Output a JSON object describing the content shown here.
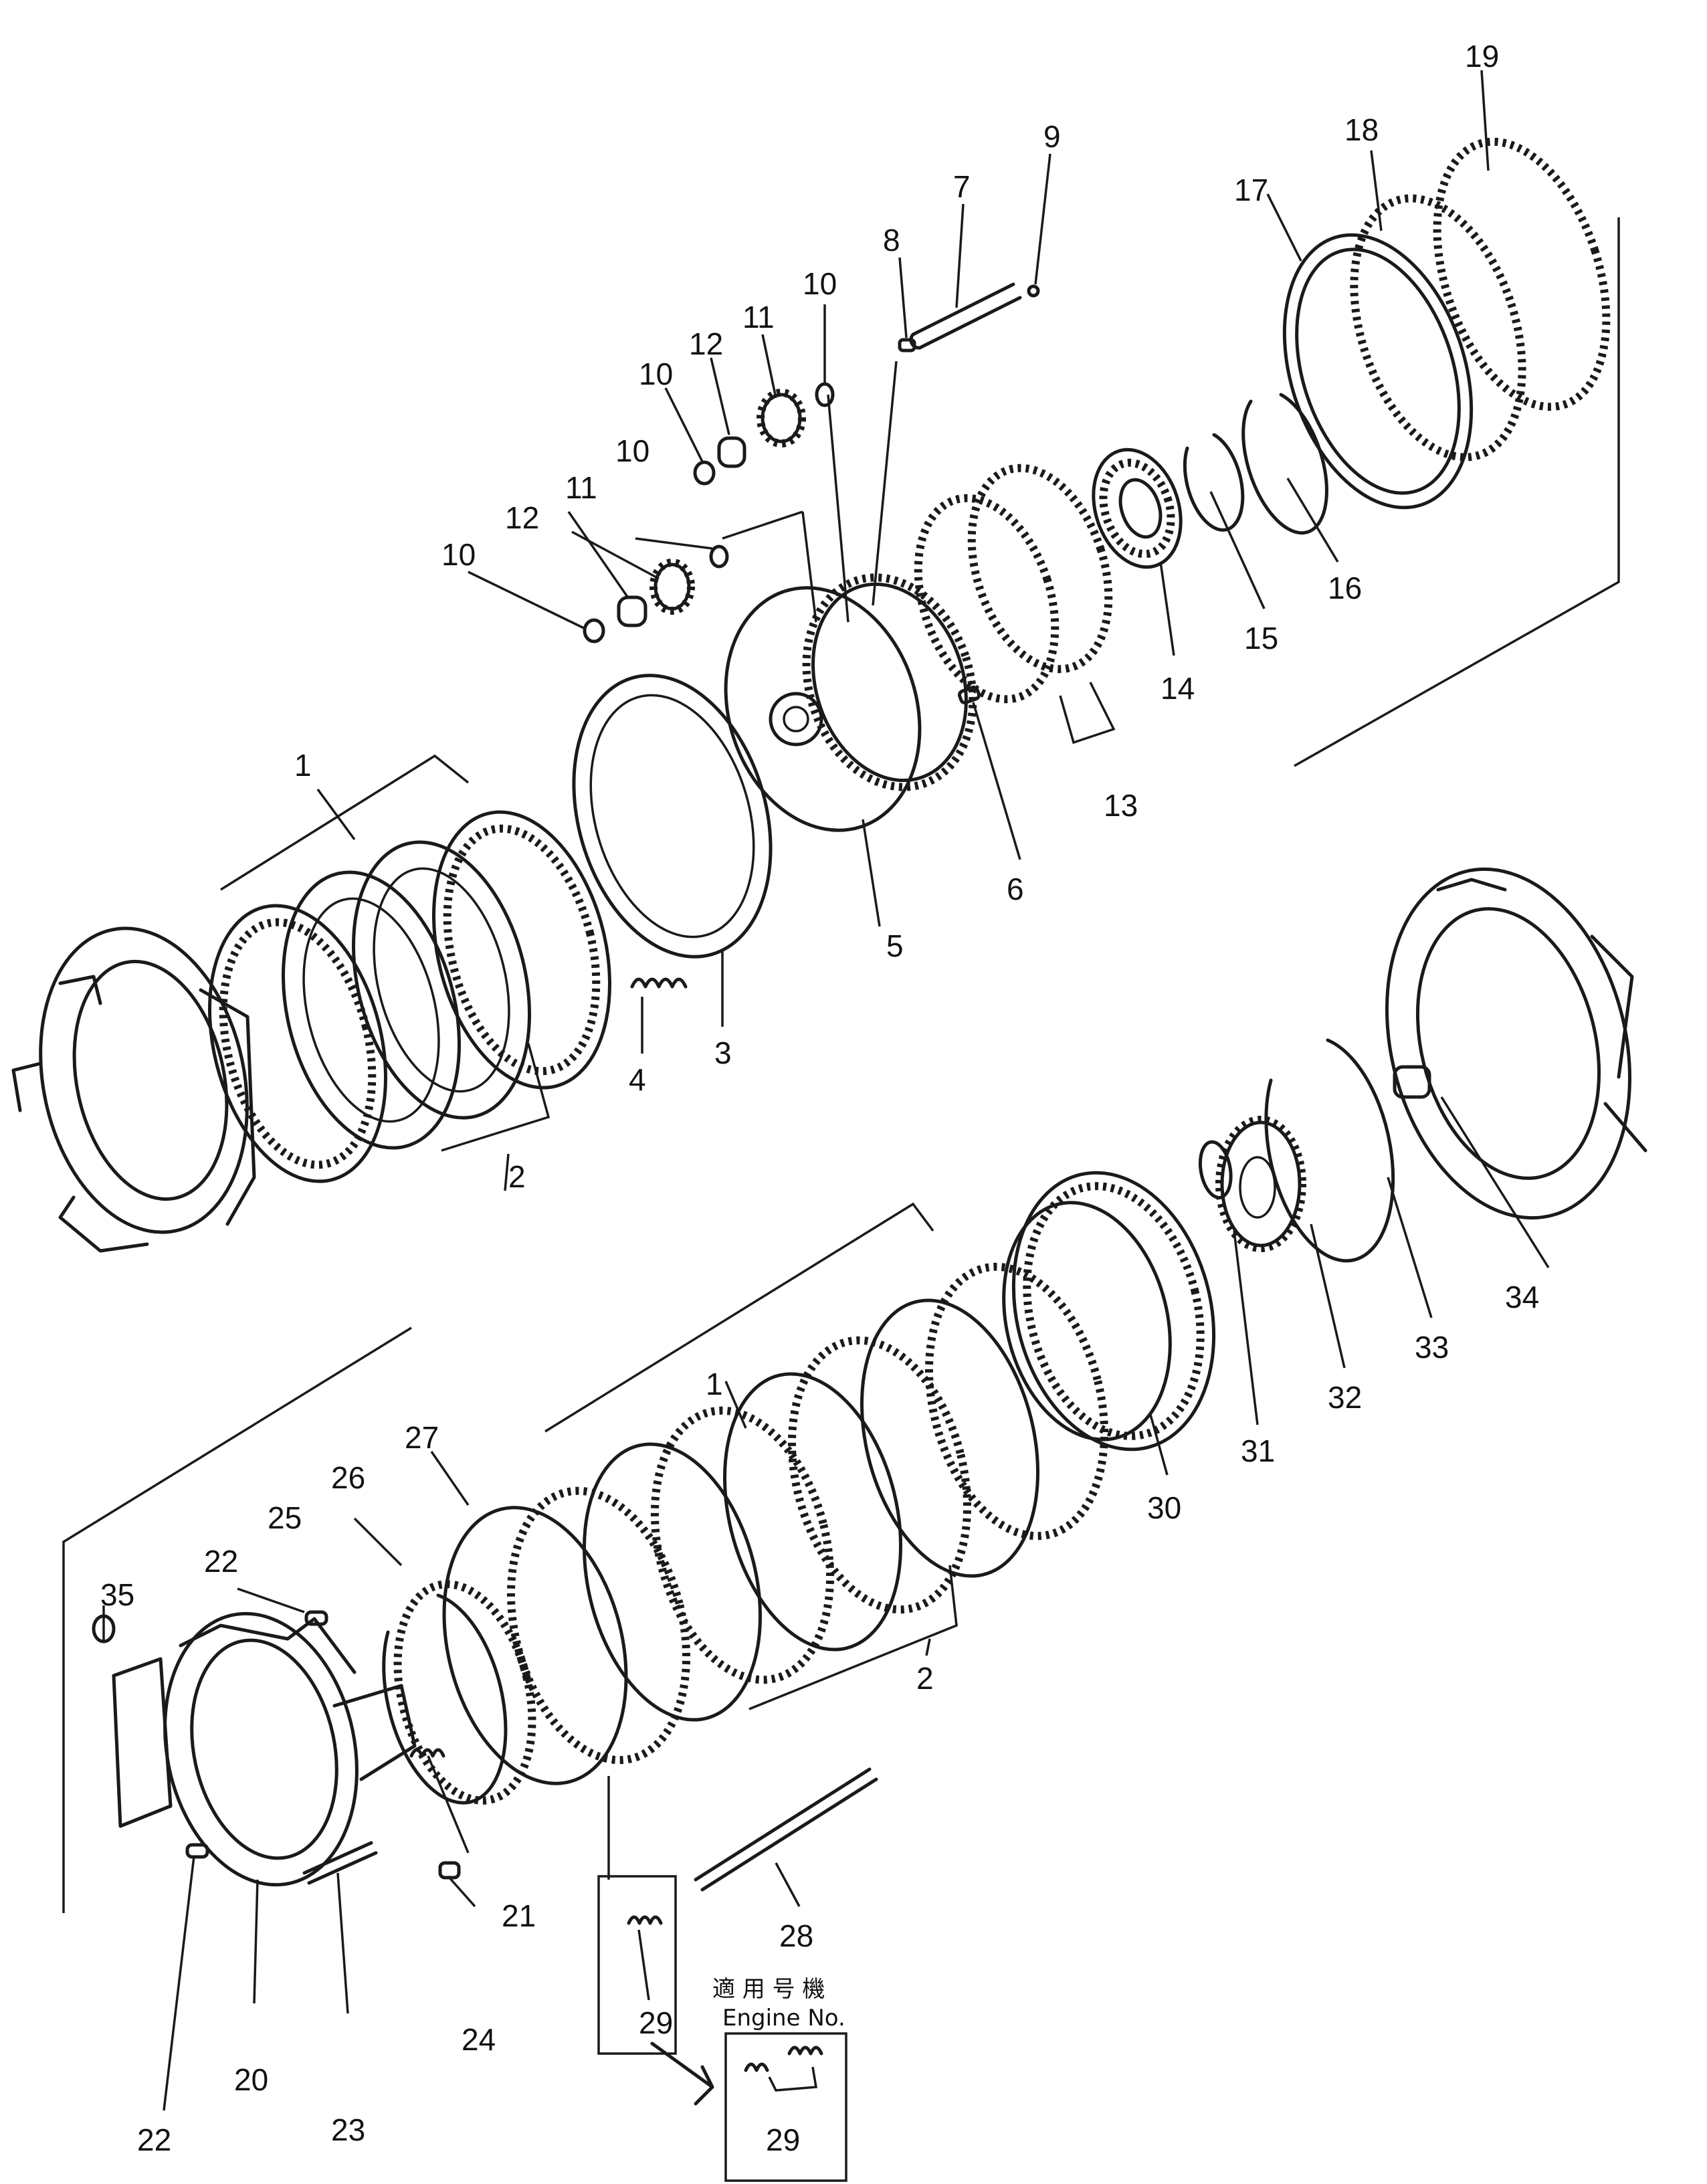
{
  "callouts": {
    "c1a": "1",
    "c1b": "1",
    "c2a": "2",
    "c2b": "2",
    "c3": "3",
    "c4": "4",
    "c5": "5",
    "c6": "6",
    "c7": "7",
    "c8": "8",
    "c9": "9",
    "c10a": "10",
    "c10b": "10",
    "c10c": "10",
    "c10d": "10",
    "c11a": "11",
    "c11b": "11",
    "c12a": "12",
    "c12b": "12",
    "c13": "13",
    "c14": "14",
    "c15": "15",
    "c16": "16",
    "c17": "17",
    "c18": "18",
    "c19": "19",
    "c20": "20",
    "c21": "21",
    "c22a": "22",
    "c22b": "22",
    "c23": "23",
    "c24": "24",
    "c25": "25",
    "c26": "26",
    "c27": "27",
    "c28": "28",
    "c29a": "29",
    "c29b": "29",
    "c30": "30",
    "c31": "31",
    "c32": "32",
    "c33": "33",
    "c34": "34",
    "c35": "35"
  },
  "notes": {
    "applicable_jp": "適 用 号 機",
    "engine_no": "Engine No."
  }
}
